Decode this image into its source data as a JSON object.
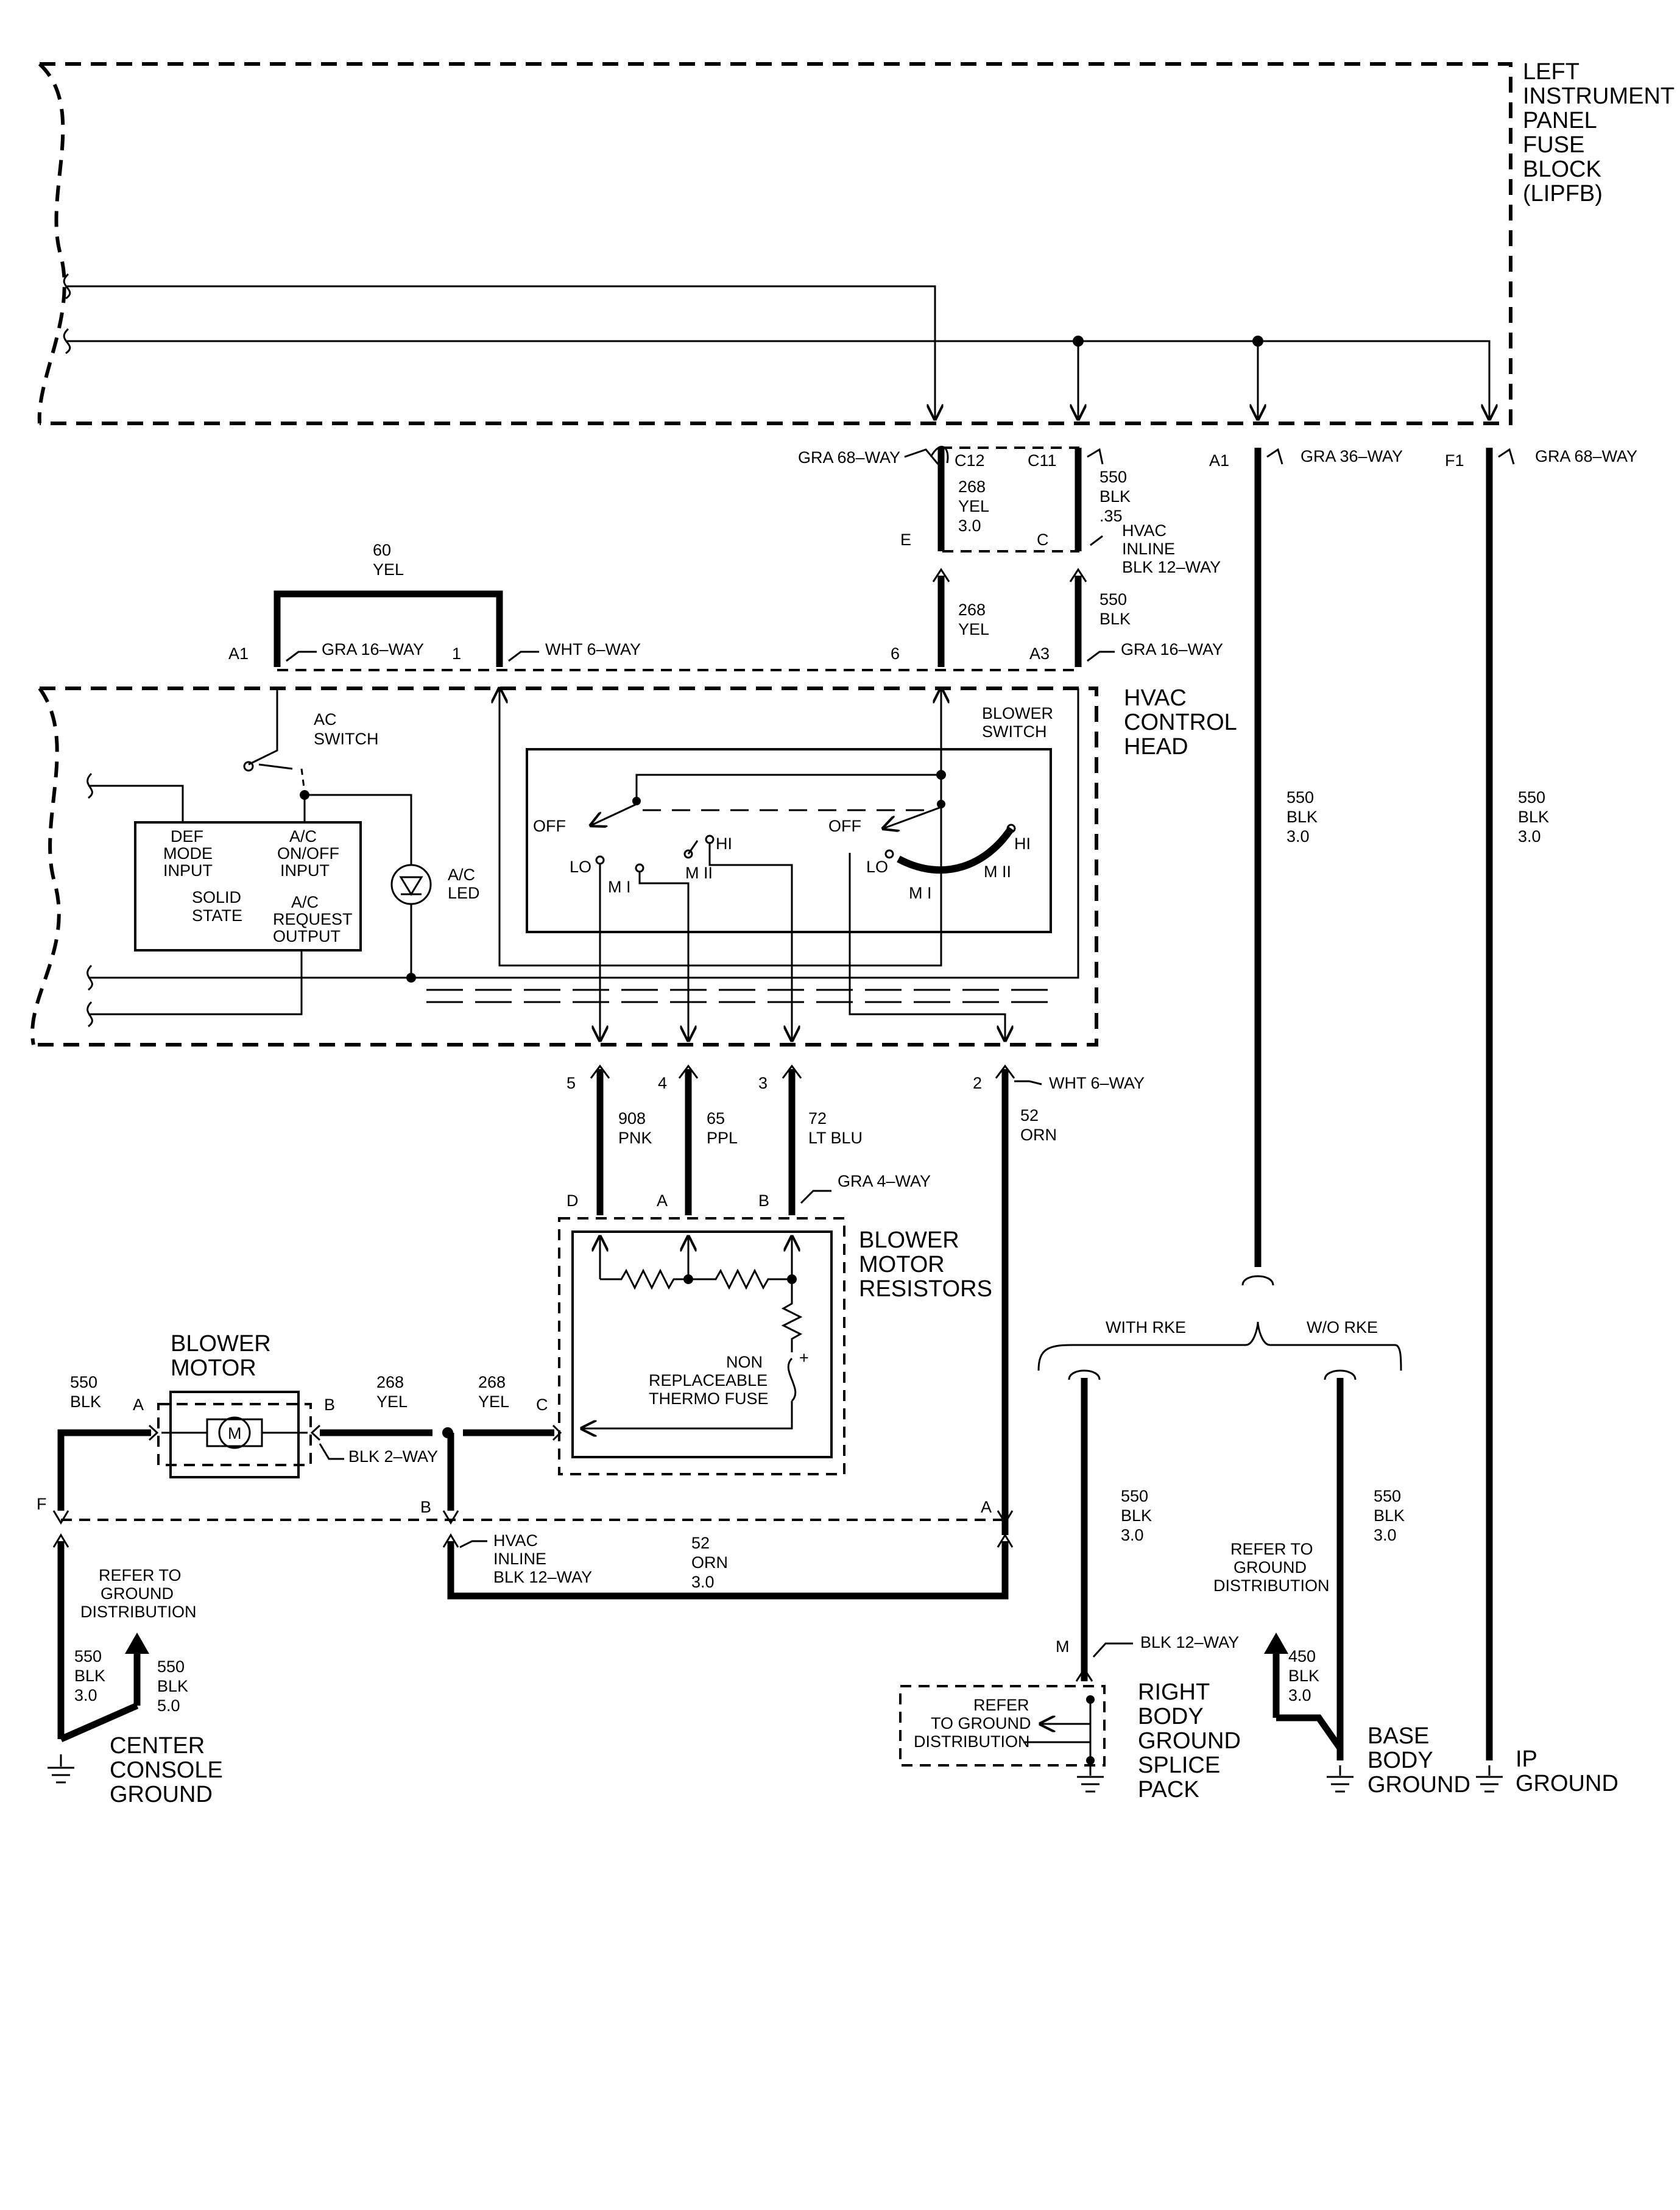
{
  "lipfb": {
    "line1": "LEFT",
    "line2": "INSTRUMENT",
    "line3": "PANEL",
    "line4": "FUSE",
    "line5": "BLOCK",
    "line6": "(LIPFB)"
  },
  "hvac_head": {
    "line1": "HVAC",
    "line2": "CONTROL",
    "line3": "HEAD"
  },
  "blower_switch": {
    "line1": "BLOWER",
    "line2": "SWITCH",
    "off": "OFF",
    "lo": "LO",
    "mi": "M I",
    "mii": "M II",
    "hi": "HI"
  },
  "ac_switch": {
    "line1": "AC",
    "line2": "SWITCH"
  },
  "ac_led": {
    "line1": "A/C",
    "line2": "LED"
  },
  "module": {
    "def1": "DEF",
    "def2": "MODE",
    "def3": "INPUT",
    "ac1": "A/C",
    "ac2": "ON/OFF",
    "ac3": "INPUT",
    "ss1": "SOLID",
    "ss2": "STATE",
    "req1": "A/C",
    "req2": "REQUEST",
    "req3": "OUTPUT"
  },
  "resistors": {
    "line1": "BLOWER",
    "line2": "MOTOR",
    "line3": "RESISTORS",
    "tf1": "NON",
    "tf2": "REPLACEABLE",
    "tf3": "THERMO FUSE",
    "plus": "+"
  },
  "blower_motor": {
    "line1": "BLOWER",
    "line2": "MOTOR",
    "m": "M"
  },
  "connectors": {
    "gra68a": "GRA 68–WAY",
    "c12": "C12",
    "c11": "C11",
    "e": "E",
    "c": "C",
    "gra36": "GRA 36–WAY",
    "a1": "A1",
    "f1": "F1",
    "gra68b": "GRA 68–WAY",
    "inline1a": "HVAC",
    "inline1b": "INLINE",
    "inline1c": "BLK 12–WAY",
    "gra16a": "GRA 16–WAY",
    "a1b": "A1",
    "p1": "1",
    "wht6a": "WHT 6–WAY",
    "p6": "6",
    "a3": "A3",
    "gra16b": "GRA 16–WAY",
    "p5": "5",
    "p4": "4",
    "p3": "3",
    "p2": "2",
    "wht6b": "WHT 6–WAY",
    "d": "D",
    "a": "A",
    "b": "B",
    "gra4": "GRA 4–WAY",
    "bm_a": "A",
    "bm_b": "B",
    "blk2": "BLK 2–WAY",
    "rc": "C",
    "f": "F",
    "b2": "B",
    "a2": "A",
    "inline2a": "HVAC",
    "inline2b": "INLINE",
    "inline2c": "BLK 12–WAY",
    "m": "M",
    "blk12": "BLK 12–WAY"
  },
  "wires": {
    "w268a": [
      "268",
      "YEL",
      "3.0"
    ],
    "w550a": [
      "550",
      "BLK",
      ".35"
    ],
    "w268b": [
      "268",
      "YEL"
    ],
    "w550b": [
      "550",
      "BLK"
    ],
    "w60": [
      "60",
      "YEL"
    ],
    "w550c": [
      "550",
      "BLK",
      "3.0"
    ],
    "w550d": [
      "550",
      "BLK",
      "3.0"
    ],
    "w908": [
      "908",
      "PNK"
    ],
    "w65": [
      "65",
      "PPL"
    ],
    "w72": [
      "72",
      "LT BLU"
    ],
    "w52a": [
      "52",
      "ORN"
    ],
    "w550e": [
      "550",
      "BLK"
    ],
    "w268c": [
      "268",
      "YEL"
    ],
    "w268d": [
      "268",
      "YEL"
    ],
    "w52b": [
      "52",
      "ORN",
      "3.0"
    ],
    "w550f": [
      "550",
      "BLK",
      "3.0"
    ],
    "w550g": [
      "550",
      "BLK",
      "5.0"
    ],
    "w550h": [
      "550",
      "BLK",
      "3.0"
    ],
    "w550i": [
      "550",
      "BLK",
      "3.0"
    ],
    "w450": [
      "450",
      "BLK",
      "3.0"
    ]
  },
  "rke": {
    "with": "WITH RKE",
    "without": "W/O RKE"
  },
  "refs": {
    "r1": [
      "REFER TO",
      "GROUND",
      "DISTRIBUTION"
    ],
    "r2": [
      "REFER",
      "TO GROUND",
      "DISTRIBUTION"
    ],
    "r3": [
      "REFER TO",
      "GROUND",
      "DISTRIBUTION"
    ]
  },
  "grounds": {
    "center": [
      "CENTER",
      "CONSOLE",
      "GROUND"
    ],
    "splice": [
      "RIGHT",
      "BODY",
      "GROUND",
      "SPLICE",
      "PACK"
    ],
    "base": [
      "BASE",
      "BODY",
      "GROUND"
    ],
    "ip": [
      "IP",
      "GROUND"
    ]
  }
}
